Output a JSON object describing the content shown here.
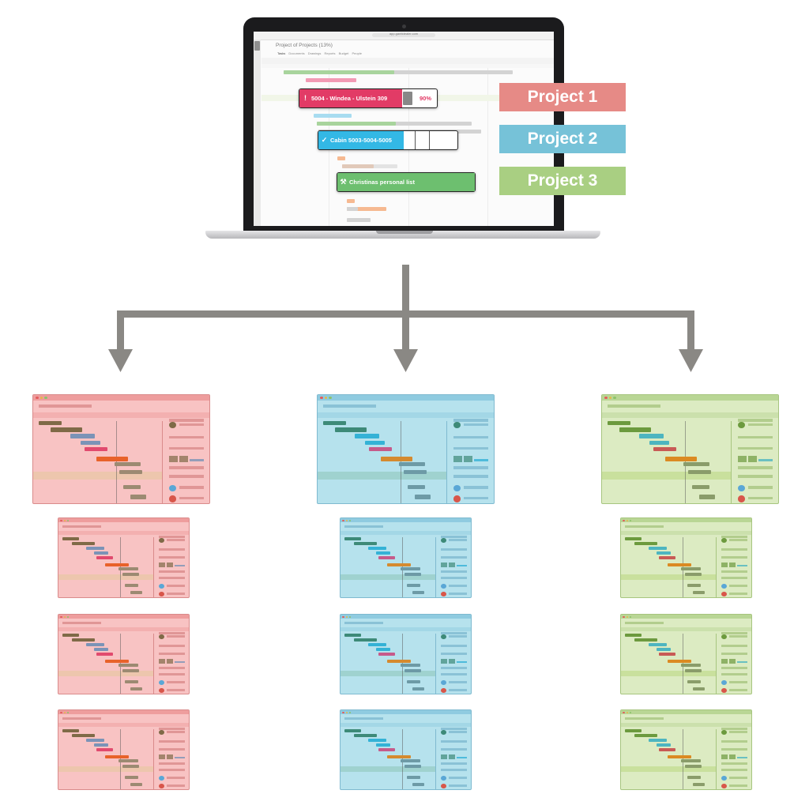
{
  "laptop": {
    "url": "app.ganttdealer.com",
    "app_title": "Project of Projects (13%)",
    "tabs": [
      "Tasks",
      "Documents",
      "Drawings",
      "Reports",
      "Budget",
      "People"
    ],
    "items": [
      {
        "label": "5004 - Windea - Ulstein 309",
        "percent": "90%",
        "color": "#e23b66",
        "icon": "alert-icon"
      },
      {
        "label": "Cabin 5003-5004-5005",
        "color": "#33b8e5",
        "icon": "check-icon"
      },
      {
        "label": "Christinas personal list",
        "color": "#6dbf6f",
        "icon": "person-icon"
      }
    ]
  },
  "legend": [
    {
      "label": "Project 1",
      "color": "#e68a86"
    },
    {
      "label": "Project 2",
      "color": "#76c2d8"
    },
    {
      "label": "Project 3",
      "color": "#a9cf82"
    }
  ],
  "colors": {
    "arrow": "#8a8884",
    "project1": {
      "bg": "#f8c3c3",
      "header": "#ee9d9d",
      "border": "#d98b8b",
      "row": "#edc6ad"
    },
    "project2": {
      "bg": "#b6e2ed",
      "header": "#8fcbe0",
      "border": "#7fbad0",
      "row": "#9fd2cf"
    },
    "project3": {
      "bg": "#dcebc2",
      "header": "#b9d695",
      "border": "#a7c57f",
      "row": "#c9e09d"
    }
  }
}
